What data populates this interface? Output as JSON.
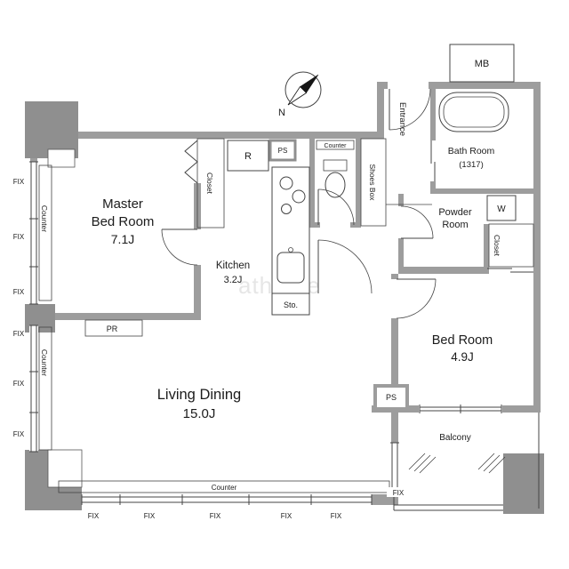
{
  "compass": {
    "north": "N"
  },
  "watermark": "athome",
  "rooms": {
    "master_bedroom": {
      "line1": "Master",
      "line2": "Bed Room",
      "size": "7.1J"
    },
    "kitchen": {
      "name": "Kitchen",
      "size": "3.2J"
    },
    "living_dining": {
      "name": "Living Dining",
      "size": "15.0J"
    },
    "bedroom": {
      "name": "Bed Room",
      "size": "4.9J"
    },
    "bathroom": {
      "name": "Bath Room",
      "size": "(1317)"
    },
    "powder_room": {
      "line1": "Powder",
      "line2": "Room"
    },
    "entrance": {
      "name": "Entrance"
    },
    "balcony": {
      "name": "Balcony"
    }
  },
  "fixtures": {
    "mb": "MB",
    "washer": "W",
    "refrigerator": "R",
    "pipe_space": "PS",
    "pr": "PR",
    "storage": "Sto.",
    "shoes_box": "Shoes Box",
    "closet": "Closet",
    "counter": "Counter",
    "fix_window": "FIX"
  }
}
